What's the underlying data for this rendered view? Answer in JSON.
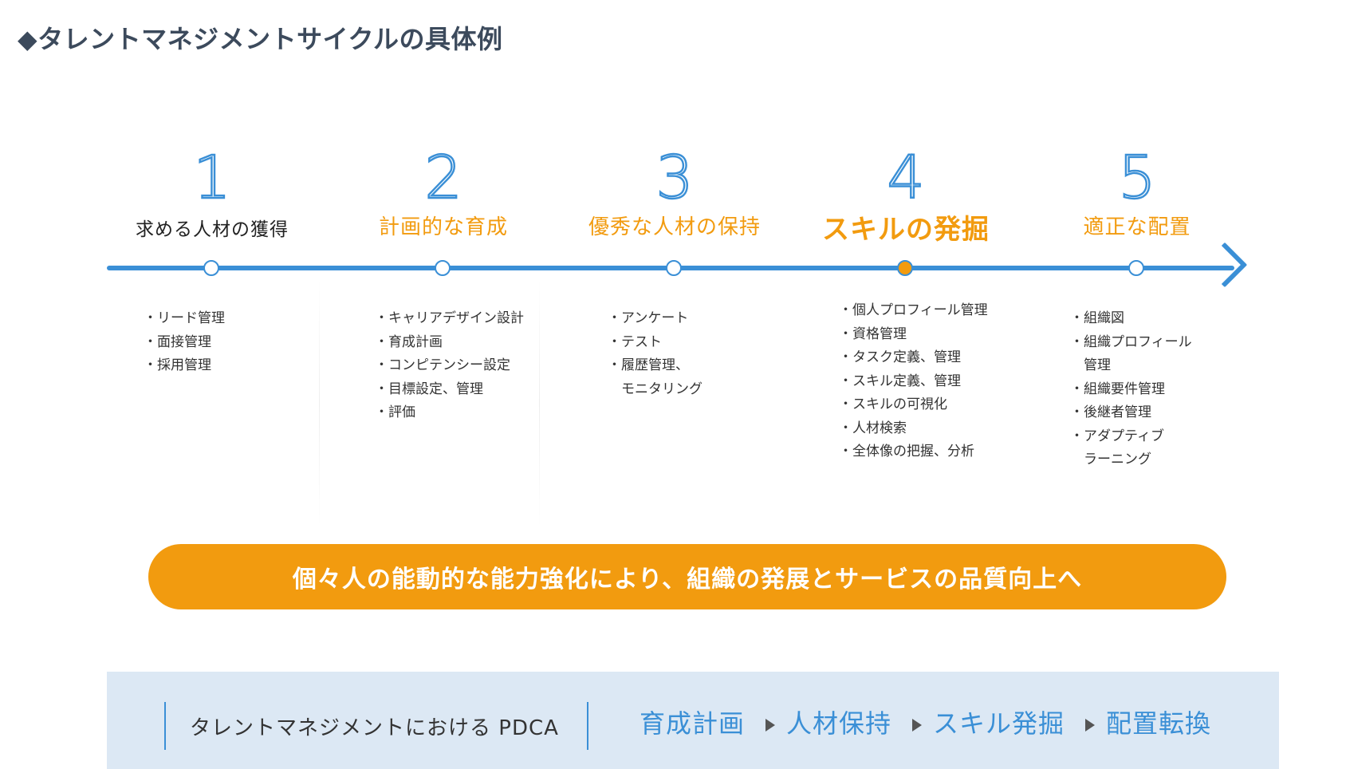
{
  "title": "◆タレントマネジメントサイクルの具体例",
  "stages": [
    {
      "number": "1",
      "label": "求める人材の獲得",
      "items": [
        "・リード管理",
        "・面接管理",
        "・採用管理"
      ]
    },
    {
      "number": "2",
      "label": "計画的な育成",
      "items": [
        "・キャリアデザイン設計",
        "・育成計画",
        "・コンピテンシー設定",
        "・目標設定、管理",
        "・評価"
      ]
    },
    {
      "number": "3",
      "label": "優秀な人材の保持",
      "items": [
        "・アンケート",
        "・テスト",
        "・履歴管理、",
        "　モニタリング"
      ]
    },
    {
      "number": "4",
      "label": "スキルの発掘",
      "items": [
        "・個人プロフィール管理",
        "・資格管理",
        "・タスク定義、管理",
        "・スキル定義、管理",
        "・スキルの可視化",
        "・人材検索",
        "・全体像の把握、分析"
      ]
    },
    {
      "number": "5",
      "label": "適正な配置",
      "items": [
        "・組織図",
        "・組織プロフィール",
        "　管理",
        "・組織要件管理",
        "・後継者管理",
        "・アダプティブ",
        "　ラーニング"
      ]
    }
  ],
  "banner": "個々人の能動的な能力強化により、組織の発展とサービスの品質向上へ",
  "pdca": {
    "label": "タレントマネジメントにおける PDCA",
    "flow": [
      "育成計画",
      "人材保持",
      "スキル発掘",
      "配置転換"
    ]
  },
  "colors": {
    "accent_blue": "#3a8fd6",
    "accent_orange": "#f29b0f",
    "pdca_bg": "#dce8f4"
  }
}
